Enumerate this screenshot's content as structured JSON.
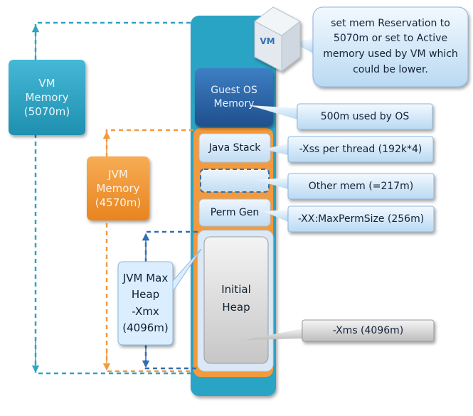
{
  "vm_memory": {
    "label": "VM\nMemory\n(5070m)",
    "color": "#2aa5c4"
  },
  "jvm_memory": {
    "label": "JVM\nMemory\n(4570m)",
    "color": "#f39a3c"
  },
  "jvm_max_heap": {
    "label": "JVM Max\nHeap\n-Xmx\n(4096m)"
  },
  "vm_icon": {
    "label": "VM",
    "icon": "vm-cube-icon"
  },
  "guest_os": {
    "label": "Guest OS\nMemory",
    "color": "#2f6fb3"
  },
  "segments": {
    "java_stack": "Java Stack",
    "other_mem": "",
    "perm_gen": "Perm Gen",
    "initial_heap": "Initial\nHeap"
  },
  "callouts": {
    "reservation": "set mem Reservation to\n5070m or set to Active\nmemory used by VM which\ncould be lower.",
    "os": "500m used by OS",
    "xss": "-Xss per thread (192k*4)",
    "other": "Other mem (=217m)",
    "perm": "-XX:MaxPermSize (256m)",
    "xms": "-Xms (4096m)"
  }
}
